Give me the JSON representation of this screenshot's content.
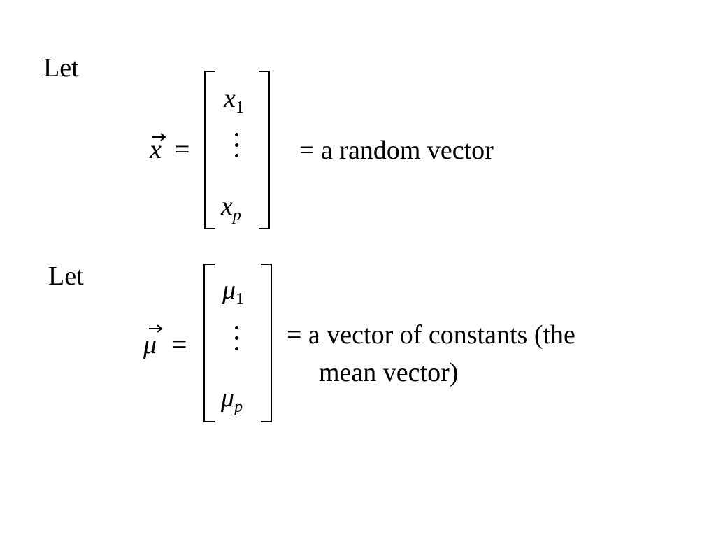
{
  "block1": {
    "let_label": "Let",
    "vector_symbol": "x",
    "equals": "=",
    "top_entry": {
      "base": "x",
      "subscript": "1"
    },
    "bottom_entry": {
      "base": "x",
      "subscript": "p"
    },
    "description": "= a random vector"
  },
  "block2": {
    "let_label": "Let",
    "vector_symbol": "μ",
    "equals": "=",
    "top_entry": {
      "base": "μ",
      "subscript": "1"
    },
    "bottom_entry": {
      "base": "μ",
      "subscript": "p"
    },
    "description_line1": "= a vector of constants (the",
    "description_line2": "mean vector)"
  }
}
